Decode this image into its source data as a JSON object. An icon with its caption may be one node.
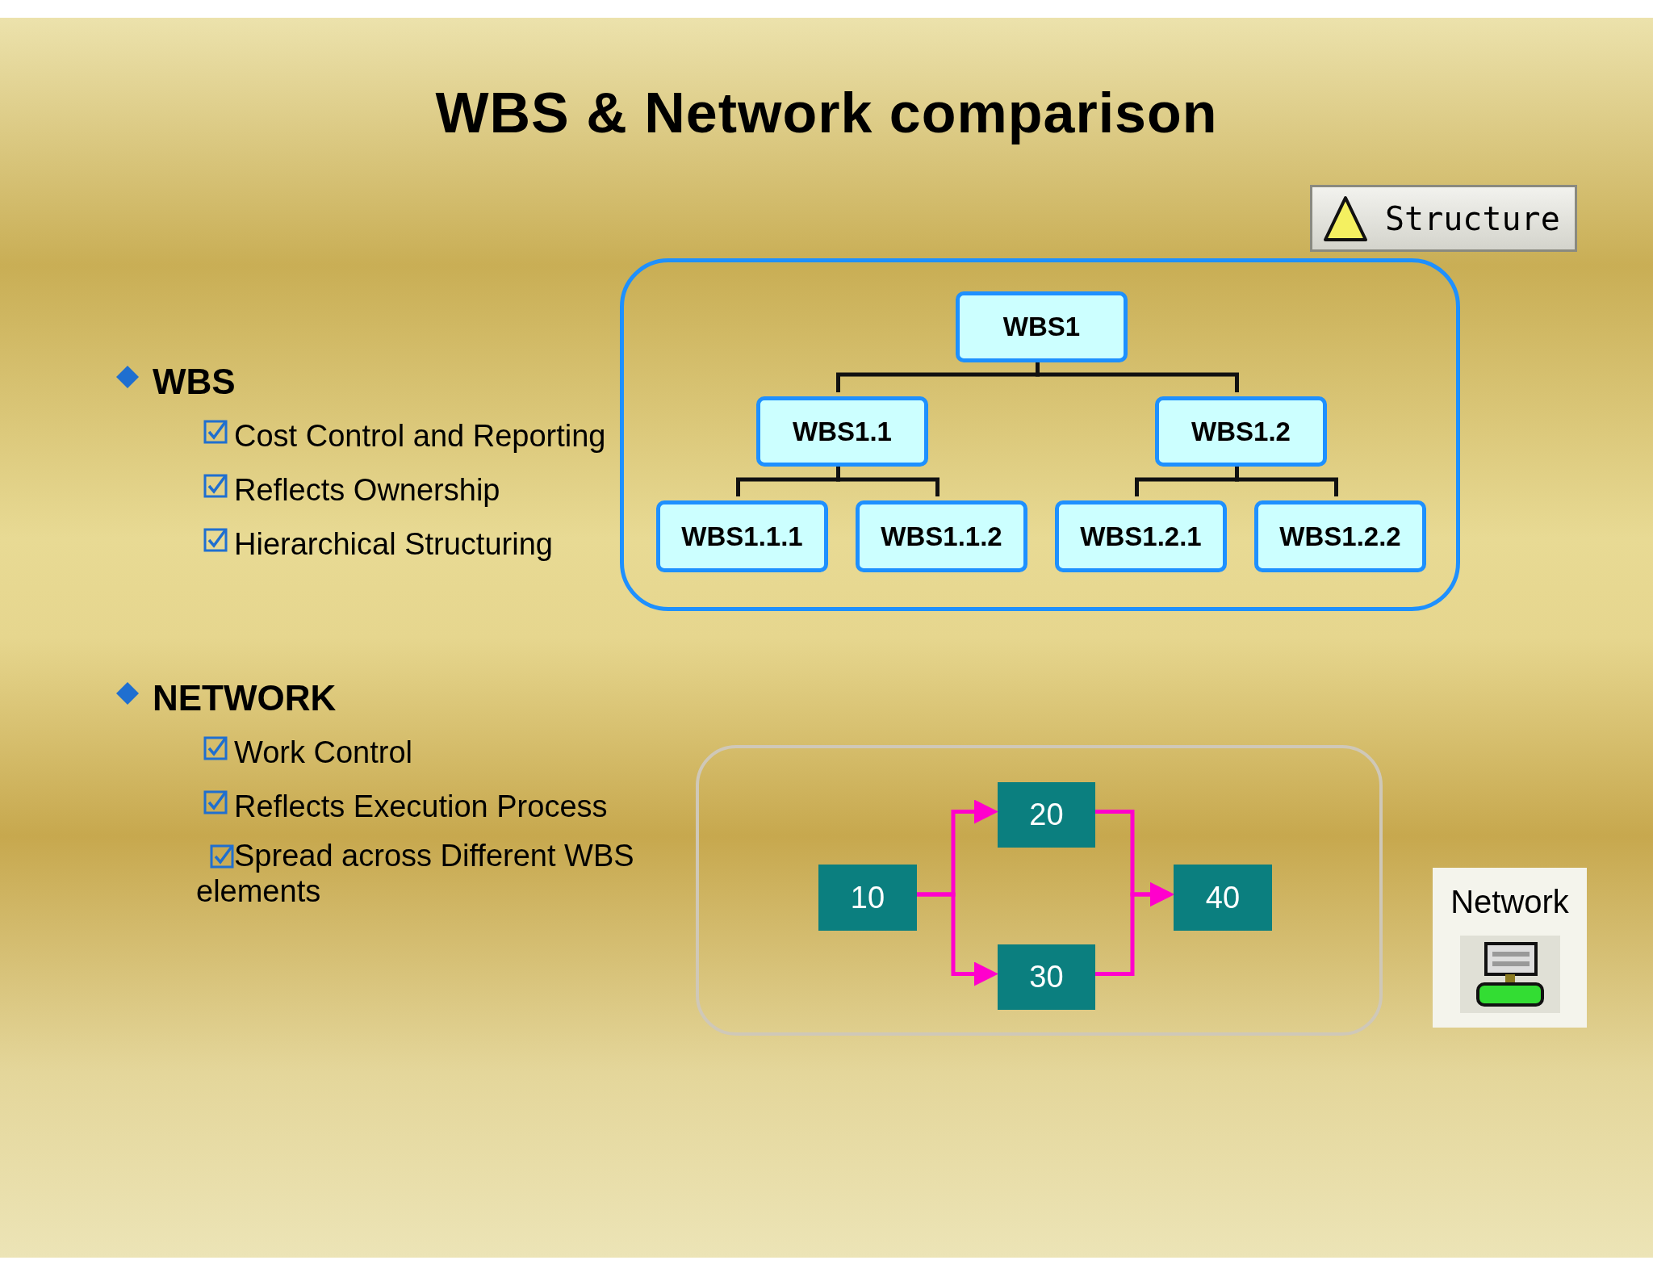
{
  "diagram": {
    "title": "WBS & Network comparison",
    "nodes": [
      {
        "text": [],
        "shape": "box"
      },
      {
        "text": [
          "WBS1"
        ],
        "in": 0
      },
      {
        "text": [
          "WBS1.1"
        ],
        "in": 0
      },
      {
        "text": [
          "WBS1.2"
        ],
        "in": 0
      },
      {
        "text": [
          "WBS1.1.1"
        ],
        "in": 0
      },
      {
        "text": [
          "WBS1.1.2"
        ],
        "in": 0
      },
      {
        "text": [
          "WBS1.2.1"
        ],
        "in": 0
      },
      {
        "text": [
          "WBS1.2.2"
        ],
        "in": 0
      },
      {
        "text": [],
        "shape": "box"
      },
      {
        "text": [
          "10"
        ],
        "in": 8
      },
      {
        "text": [
          "20"
        ],
        "in": 8
      },
      {
        "text": [
          "30"
        ],
        "in": 8
      },
      {
        "text": [
          "40"
        ],
        "in": 8
      },
      {
        "text": [
          "Structure"
        ]
      },
      {
        "text": [
          "Network"
        ]
      }
    ],
    "edges": [
      {
        "from": 1,
        "to": 2,
        "arrow": "none"
      },
      {
        "from": 1,
        "to": 3,
        "arrow": "none"
      },
      {
        "from": 2,
        "to": 4,
        "arrow": "none"
      },
      {
        "from": 2,
        "to": 5,
        "arrow": "none"
      },
      {
        "from": 3,
        "to": 6,
        "arrow": "none"
      },
      {
        "from": 3,
        "to": 7,
        "arrow": "none"
      },
      {
        "from": 9,
        "to": 10,
        "arrow": "to",
        "color": "#ff00cc"
      },
      {
        "from": 9,
        "to": 11,
        "arrow": "to",
        "color": "#ff00cc"
      },
      {
        "from": 10,
        "to": 12,
        "arrow": "to",
        "color": "#ff00cc"
      },
      {
        "from": 11,
        "to": 12,
        "arrow": "to",
        "color": "#ff00cc"
      }
    ],
    "labels": [
      "WBS",
      "Cost Control and Reporting",
      "Reflects Ownership",
      "Hierarchical Structuring",
      "NETWORK",
      "Work Control",
      "Reflects Execution Process",
      "Spread across Different WBS elements"
    ]
  }
}
